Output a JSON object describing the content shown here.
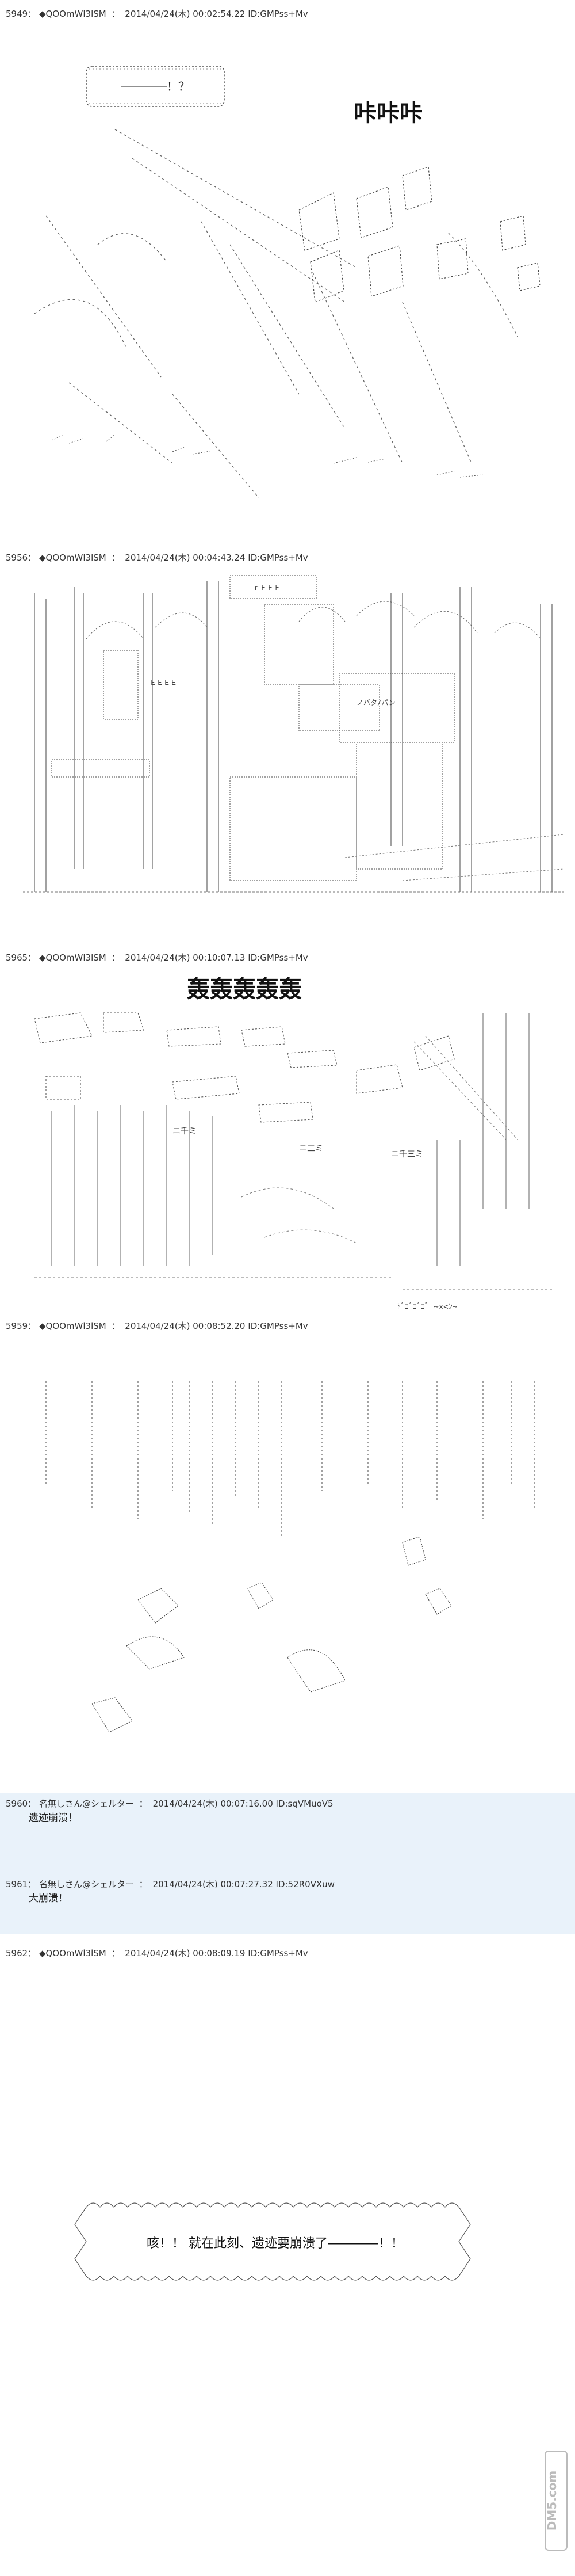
{
  "posts": [
    {
      "num": "5949：",
      "author": "◆QOOmWl3lSM",
      "date": "2014/04/24(木)",
      "time": "00:02:54.22",
      "id": "ID:GMPss+Mv",
      "sfx": "咔咔咔",
      "speech": "――――！？"
    },
    {
      "num": "5956：",
      "author": "◆QOOmWl3lSM",
      "date": "2014/04/24(木)",
      "time": "00:04:43.24",
      "id": "ID:GMPss+Mv",
      "aa_text": [
        "ノバタ/パン",
        "ｒＦＦＦ",
        "ＥＥＥＥ"
      ]
    },
    {
      "num": "5965：",
      "author": "◆QOOmWl3lSM",
      "date": "2014/04/24(木)",
      "time": "00:10:07.13",
      "id": "ID:GMPss+Mv",
      "sfx": "轰轰轰轰轰",
      "aa_text": [
        "ニ千三ミ",
        "ニ千ミ",
        "ニ三ミ",
        "ﾄﾞｺﾞｺﾞｺﾞ ~x<ﾝ~"
      ]
    },
    {
      "num": "5959：",
      "author": "◆QOOmWl3lSM",
      "date": "2014/04/24(木)",
      "time": "00:08:52.20",
      "id": "ID:GMPss+Mv"
    },
    {
      "num": "5960：",
      "author": "名無しさん@シェルター",
      "date": "2014/04/24(木)",
      "time": "00:07:16.00",
      "id": "ID:sqVMuoV5",
      "body": "遗迹崩溃！"
    },
    {
      "num": "5961：",
      "author": "名無しさん@シェルター",
      "date": "2014/04/24(木)",
      "time": "00:07:27.32",
      "id": "ID:52R0VXuw",
      "body": "大崩溃！"
    },
    {
      "num": "5962：",
      "author": "◆QOOmWl3lSM",
      "date": "2014/04/24(木)",
      "time": "00:08:09.19",
      "id": "ID:GMPss+Mv",
      "speech": "咳！！ 就在此刻、遗迹要崩溃了――――！！"
    }
  ],
  "watermark": {
    "text": "DM5.com",
    "icon": "dm5-logo-icon"
  }
}
